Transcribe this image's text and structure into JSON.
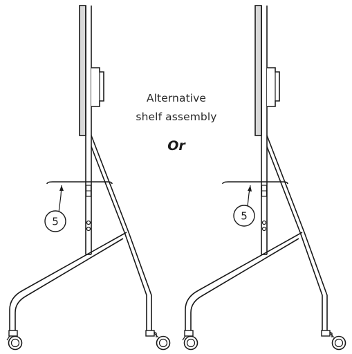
{
  "caption": {
    "line1": "Alternative",
    "line2": "shelf assembly",
    "separator": "Or"
  },
  "diagrams": [
    {
      "callout_label": "5"
    },
    {
      "callout_label": "5"
    }
  ],
  "colors": {
    "line": "#1a1a1a",
    "panel_fill": "#d9d9d9",
    "background": "#ffffff"
  }
}
